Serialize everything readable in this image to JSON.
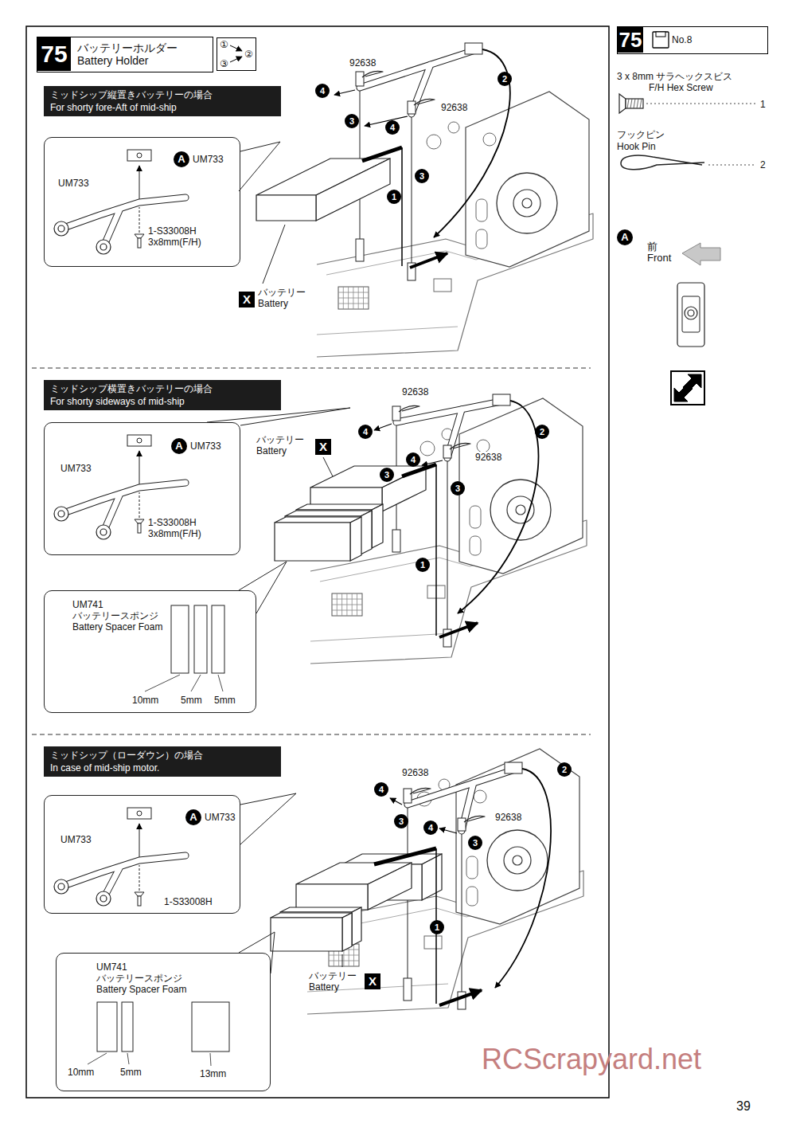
{
  "diagram": {
    "nodes": [
      {
        "text": [
          "75",
          "バッテリーホルダー Battery Holder"
        ]
      },
      {
        "text": [
          "①",
          "②",
          "③"
        ]
      },
      {
        "text": [
          "ミッドシップ縦置きバッテリーの場合",
          "For shorty fore-Aft of mid-ship"
        ]
      },
      {
        "text": [
          "UM733",
          "1-S33008H 3x8mm(F/H)"
        ]
      },
      {
        "text": [
          "A",
          "UM733"
        ],
        "in": 3
      },
      {
        "text": [
          "X",
          "バッテリー Battery"
        ]
      },
      {
        "text": [
          "ミッドシップ横置きバッテリーの場合",
          "For shorty sideways of mid-ship"
        ]
      },
      {
        "text": [
          "UM733",
          "1-S33008H 3x8mm(F/H)"
        ]
      },
      {
        "text": [
          "A",
          "UM733"
        ],
        "in": 7
      },
      {
        "text": [
          "バッテリー Battery",
          "X"
        ]
      },
      {
        "text": [
          "UM741 バッテリースポンジ Battery Spacer Foam",
          "10mm",
          "5mm",
          "5mm"
        ]
      },
      {
        "text": [
          "ミッドシップ（ローダウン）の場合",
          "In case of mid-ship motor."
        ]
      },
      {
        "text": [
          "UM733",
          "1-S33008H"
        ]
      },
      {
        "text": [
          "A",
          "UM733"
        ],
        "in": 12
      },
      {
        "text": [
          "UM741 バッテリースポンジ Battery Spacer Foam",
          "10mm",
          "5mm",
          "13mm"
        ]
      },
      {
        "text": [
          "バッテリー Battery",
          "X"
        ]
      },
      {
        "text": [
          "75",
          "No.8"
        ]
      },
      {
        "text": [
          "A"
        ]
      }
    ],
    "labels": [
      "92638",
      "4",
      "92638",
      "2",
      "3",
      "4",
      "3",
      "1",
      "92638",
      "4",
      "2",
      "4",
      "92638",
      "3",
      "3",
      "1",
      "92638",
      "2",
      "4",
      "92638",
      "3",
      "4",
      "3",
      "1",
      "3 x 8mm サラヘックスビス",
      "F/H Hex Screw",
      "1",
      "フックピン",
      "Hook Pin",
      "2",
      "前 Front",
      "RCScrapyard.net",
      "39"
    ]
  }
}
